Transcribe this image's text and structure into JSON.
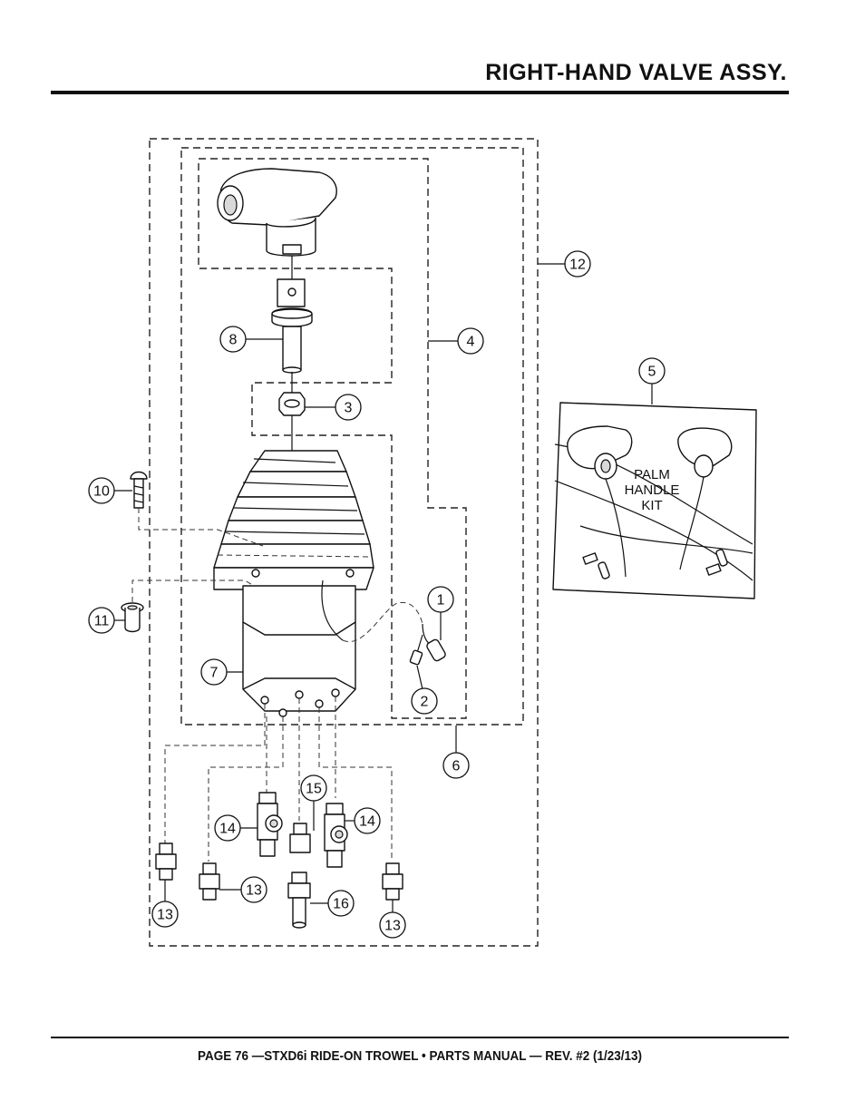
{
  "header": {
    "title": "RIGHT-HAND VALVE ASSY."
  },
  "footer": {
    "text": "PAGE 76 —STXD6i RIDE-ON TROWEL • PARTS MANUAL — REV. #2 (1/23/13)"
  },
  "kit_label": [
    "PALM",
    "HANDLE",
    "KIT"
  ],
  "callouts": [
    {
      "id": "callout-12",
      "label": "12"
    },
    {
      "id": "callout-4",
      "label": "4"
    },
    {
      "id": "callout-8",
      "label": "8"
    },
    {
      "id": "callout-5",
      "label": "5"
    },
    {
      "id": "callout-3",
      "label": "3"
    },
    {
      "id": "callout-10",
      "label": "10"
    },
    {
      "id": "callout-1",
      "label": "1"
    },
    {
      "id": "callout-11",
      "label": "11"
    },
    {
      "id": "callout-7",
      "label": "7"
    },
    {
      "id": "callout-2",
      "label": "2"
    },
    {
      "id": "callout-6",
      "label": "6"
    },
    {
      "id": "callout-15",
      "label": "15"
    },
    {
      "id": "callout-14a",
      "label": "14"
    },
    {
      "id": "callout-14b",
      "label": "14"
    },
    {
      "id": "callout-13a",
      "label": "13"
    },
    {
      "id": "callout-16",
      "label": "16"
    },
    {
      "id": "callout-13b",
      "label": "13"
    },
    {
      "id": "callout-13c",
      "label": "13"
    }
  ]
}
